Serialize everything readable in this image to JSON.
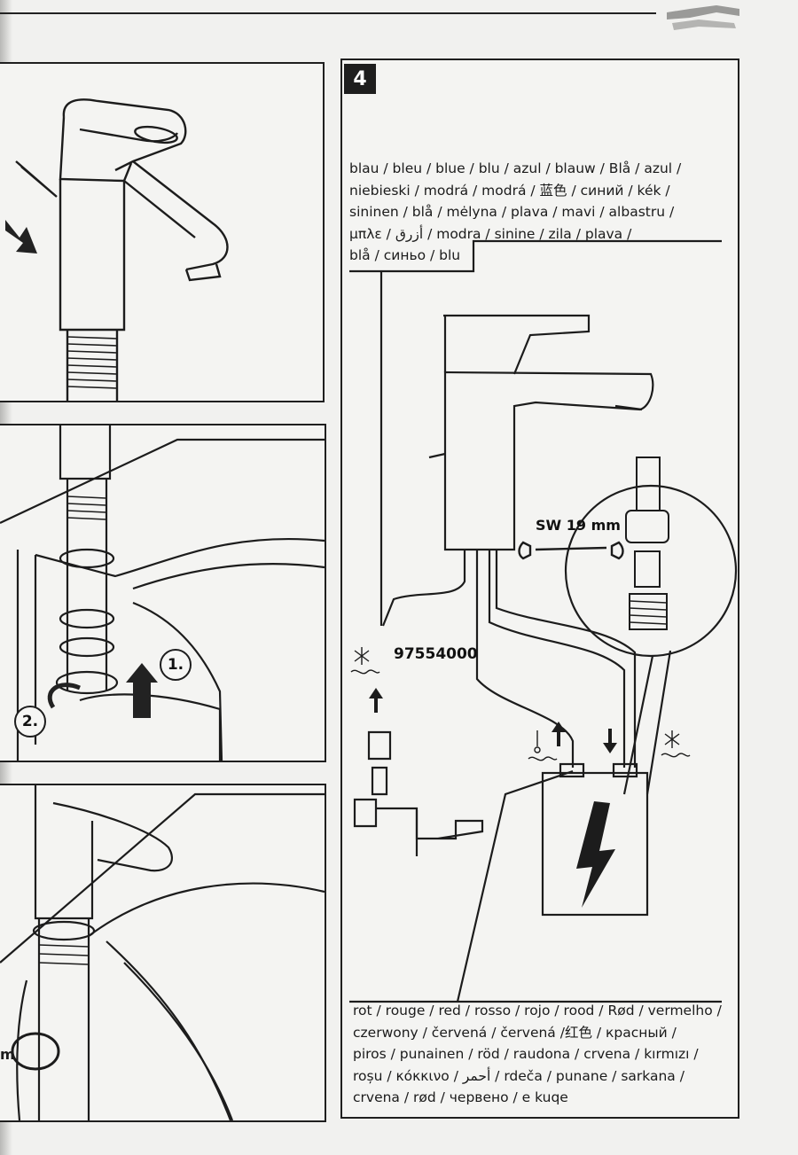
{
  "step": {
    "number": "4"
  },
  "legend_blue": {
    "text": "blau / bleu / blue / blu / azul / blauw / Blå / azul /\nniebieski / modrá / modrá / 蓝色 / синий / kék /\nsininen / blå / mėlyna / plava / mavi / albastru /\nμπλε / أزرق / modra / sinine / zila / plava /\nblå / синьо / blu"
  },
  "legend_red": {
    "text": "rot / rouge / red / rosso / rojo / rood / Rød / vermelho /\nczerwony / červená / červená /红色 / красный /\npiros / punainen / röd / raudona / crvena / kırmızı /\nroșu / κόκκινο / أحمر / rdeča / punane / sarkana /\ncrvena / rød / червено / e kuqe"
  },
  "labels": {
    "part_number": "97554000",
    "wrench_size": "SW 19 mm",
    "callout_1": "1.",
    "callout_2": "2.",
    "edge_letter": "m"
  },
  "icons": {
    "warning": "electrical-hazard-icon",
    "hot": "hot-water-icon",
    "cold": "cold-water-icon",
    "wrench": "wrench-icon"
  },
  "colors": {
    "ink": "#1c1c1c",
    "paper": "#f1f1ef"
  }
}
